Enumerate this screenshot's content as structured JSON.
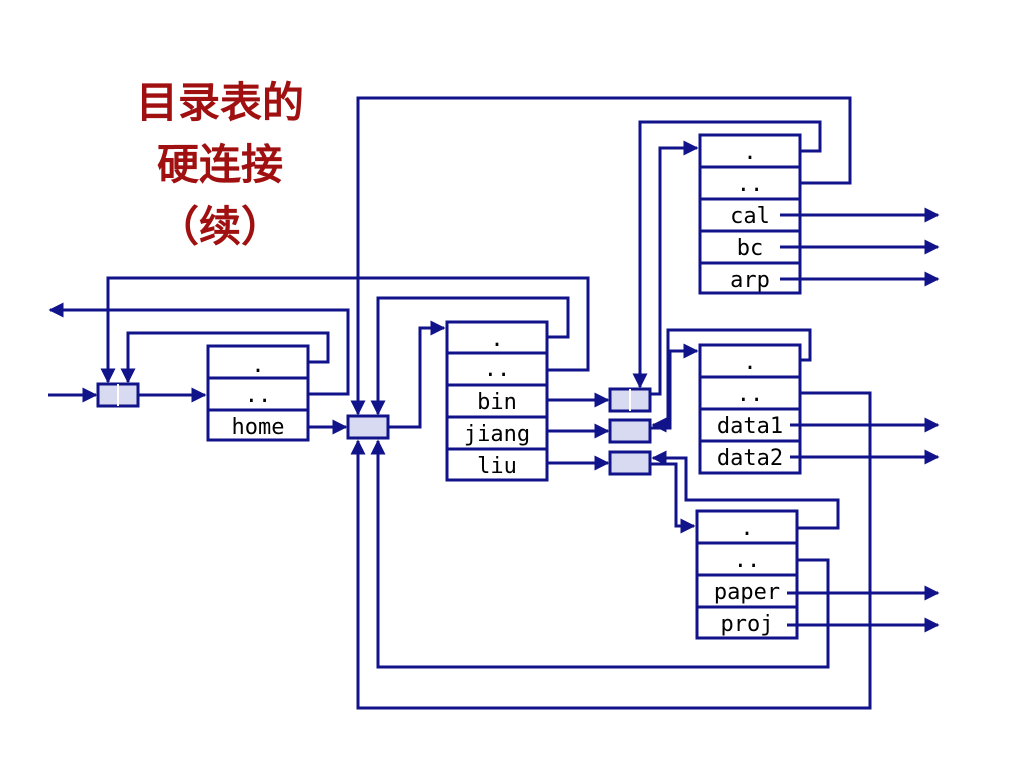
{
  "title": {
    "line1": "目录表的",
    "line2": "硬连接",
    "line3": "（续）"
  },
  "colors": {
    "line": "#10138a",
    "inode_fill": "#d8daf2",
    "title": "#a01010"
  },
  "directories": {
    "root": {
      "entries": [
        ".",
        "..",
        "home"
      ]
    },
    "home": {
      "entries": [
        ".",
        "..",
        "bin",
        "jiang",
        "liu"
      ]
    },
    "bin": {
      "entries": [
        ".",
        "..",
        "cal",
        "bc",
        "arp"
      ]
    },
    "jiang": {
      "entries": [
        ".",
        "..",
        "data1",
        "data2"
      ]
    },
    "liu": {
      "entries": [
        ".",
        "..",
        "paper",
        "proj"
      ]
    }
  }
}
